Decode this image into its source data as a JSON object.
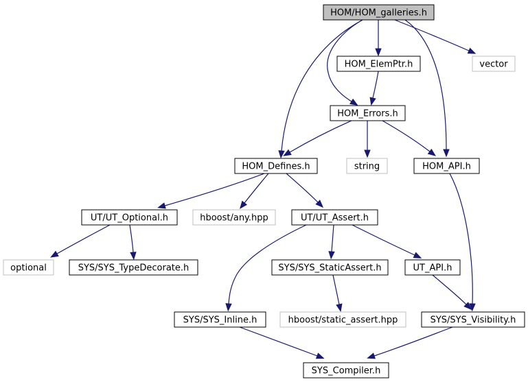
{
  "graph": {
    "nodes": {
      "hom_galleries": {
        "label": "HOM/HOM_galleries.h",
        "kind": "root"
      },
      "hom_elemptr": {
        "label": "HOM_ElemPtr.h",
        "kind": "normal"
      },
      "vector": {
        "label": "vector",
        "kind": "external"
      },
      "hom_errors": {
        "label": "HOM_Errors.h",
        "kind": "normal"
      },
      "hom_defines": {
        "label": "HOM_Defines.h",
        "kind": "normal"
      },
      "string": {
        "label": "string",
        "kind": "external"
      },
      "hom_api": {
        "label": "HOM_API.h",
        "kind": "normal"
      },
      "ut_optional": {
        "label": "UT/UT_Optional.h",
        "kind": "normal"
      },
      "hboost_any": {
        "label": "hboost/any.hpp",
        "kind": "external"
      },
      "ut_assert": {
        "label": "UT/UT_Assert.h",
        "kind": "normal"
      },
      "optional": {
        "label": "optional",
        "kind": "external"
      },
      "sys_typedecorate": {
        "label": "SYS/SYS_TypeDecorate.h",
        "kind": "normal"
      },
      "sys_staticassert": {
        "label": "SYS/SYS_StaticAssert.h",
        "kind": "normal"
      },
      "ut_api": {
        "label": "UT_API.h",
        "kind": "normal"
      },
      "sys_inline": {
        "label": "SYS/SYS_Inline.h",
        "kind": "normal"
      },
      "hboost_static_assert": {
        "label": "hboost/static_assert.hpp",
        "kind": "external"
      },
      "sys_visibility": {
        "label": "SYS/SYS_Visibility.h",
        "kind": "normal"
      },
      "sys_compiler": {
        "label": "SYS_Compiler.h",
        "kind": "normal"
      }
    },
    "edges": [
      {
        "from": "hom_galleries",
        "to": "hom_elemptr"
      },
      {
        "from": "hom_galleries",
        "to": "vector"
      },
      {
        "from": "hom_galleries",
        "to": "hom_errors"
      },
      {
        "from": "hom_galleries",
        "to": "hom_defines"
      },
      {
        "from": "hom_galleries",
        "to": "hom_api"
      },
      {
        "from": "hom_elemptr",
        "to": "hom_errors"
      },
      {
        "from": "hom_errors",
        "to": "hom_defines"
      },
      {
        "from": "hom_errors",
        "to": "string"
      },
      {
        "from": "hom_errors",
        "to": "hom_api"
      },
      {
        "from": "hom_defines",
        "to": "ut_optional"
      },
      {
        "from": "hom_defines",
        "to": "hboost_any"
      },
      {
        "from": "hom_defines",
        "to": "ut_assert"
      },
      {
        "from": "hom_api",
        "to": "sys_visibility"
      },
      {
        "from": "ut_optional",
        "to": "optional"
      },
      {
        "from": "ut_optional",
        "to": "sys_typedecorate"
      },
      {
        "from": "ut_assert",
        "to": "sys_inline"
      },
      {
        "from": "ut_assert",
        "to": "sys_staticassert"
      },
      {
        "from": "ut_assert",
        "to": "ut_api"
      },
      {
        "from": "sys_staticassert",
        "to": "hboost_static_assert"
      },
      {
        "from": "ut_api",
        "to": "sys_visibility"
      },
      {
        "from": "sys_inline",
        "to": "sys_compiler"
      },
      {
        "from": "sys_visibility",
        "to": "sys_compiler"
      }
    ]
  }
}
